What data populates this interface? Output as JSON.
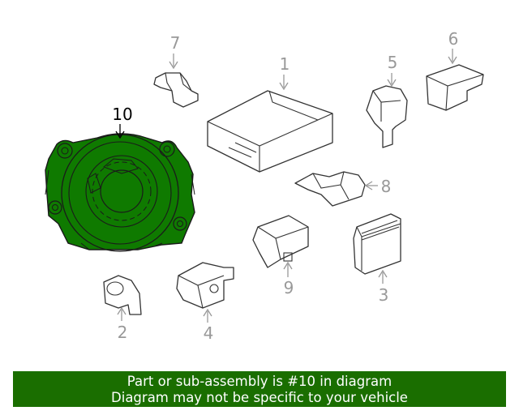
{
  "callouts": {
    "c1": "1",
    "c2": "2",
    "c3": "3",
    "c4": "4",
    "c5": "5",
    "c6": "6",
    "c7": "7",
    "c8": "8",
    "c9": "9",
    "c10": "10"
  },
  "colors": {
    "highlight_part": "#0f7a00",
    "banner_bg": "#1a6e00",
    "callout_gray": "#999999",
    "callout_active": "#000000"
  },
  "banner": {
    "line1": "Part or sub-assembly is #10 in diagram",
    "line2": "Diagram may not be specific to your vehicle"
  }
}
